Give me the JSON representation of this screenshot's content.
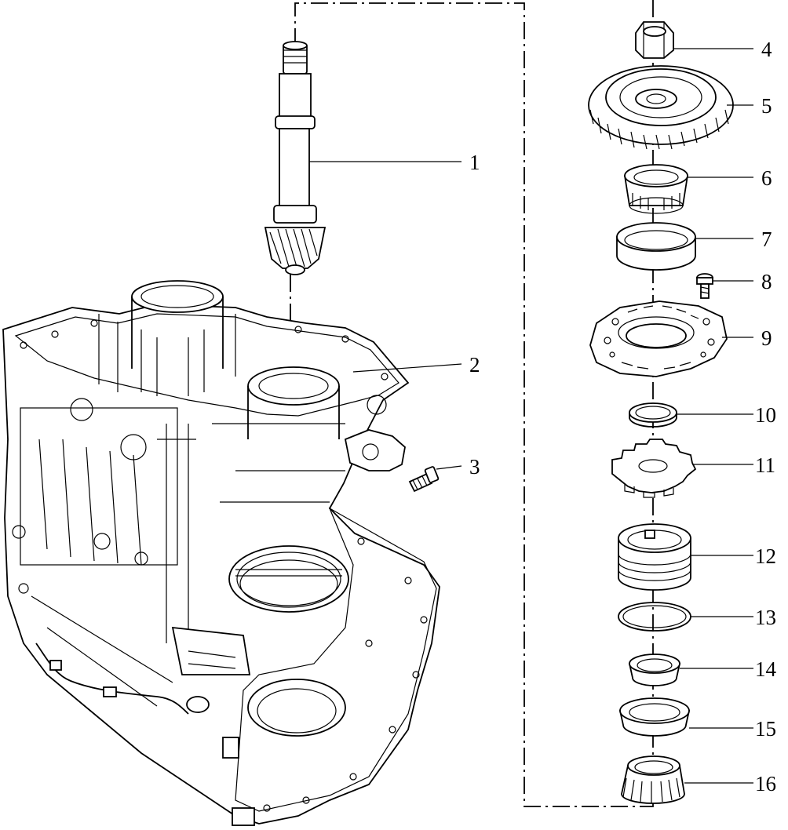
{
  "diagram": {
    "callouts": [
      {
        "id": "part-1",
        "label": "1"
      },
      {
        "id": "part-2",
        "label": "2"
      },
      {
        "id": "part-3",
        "label": "3"
      },
      {
        "id": "part-4",
        "label": "4"
      },
      {
        "id": "part-5",
        "label": "5"
      },
      {
        "id": "part-6",
        "label": "6"
      },
      {
        "id": "part-7",
        "label": "7"
      },
      {
        "id": "part-8",
        "label": "8"
      },
      {
        "id": "part-9",
        "label": "9"
      },
      {
        "id": "part-10",
        "label": "10"
      },
      {
        "id": "part-11",
        "label": "11"
      },
      {
        "id": "part-12",
        "label": "12"
      },
      {
        "id": "part-13",
        "label": "13"
      },
      {
        "id": "part-14",
        "label": "14"
      },
      {
        "id": "part-15",
        "label": "15"
      },
      {
        "id": "part-16",
        "label": "16"
      }
    ]
  }
}
